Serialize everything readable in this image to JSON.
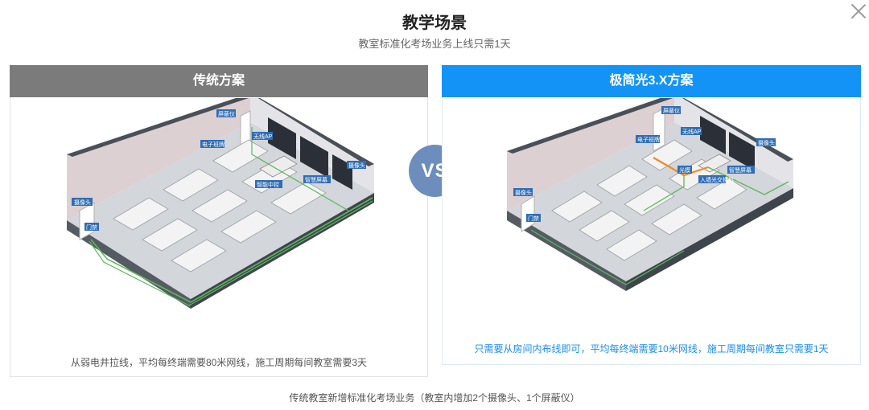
{
  "title": "教学场景",
  "subtitle": "教室标准化考场业务上线只需1天",
  "left": {
    "header": "传统方案",
    "caption": "从弱电井拉线，平均每终端需要80米网线，施工周期每间教室需要3天"
  },
  "right": {
    "header": "极简光3.X方案",
    "caption": "只需要从房间内布线即可，平均每终端需要10米网线，施工周期每间教室只需要1天"
  },
  "vs": "VS",
  "footer": "传统教室新增标准化考场业务（教室内增加2个摄像头、1个屏蔽仪）",
  "colors": {
    "left_header": "#7b7b7b",
    "right_header": "#1393f5",
    "vs_badge": "#6d8ebc",
    "right_caption": "#1a8cf0"
  }
}
